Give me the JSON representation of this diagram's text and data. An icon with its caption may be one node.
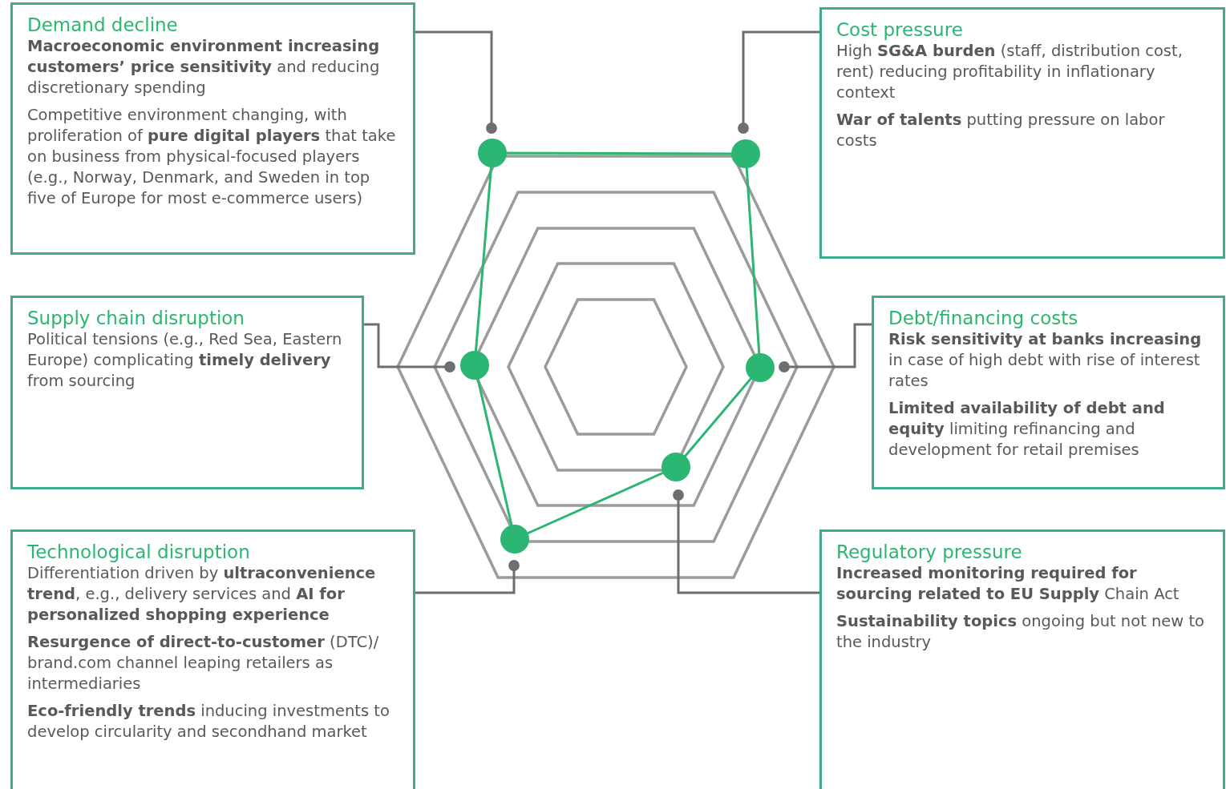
{
  "diagram": {
    "nodes": [
      {
        "text": [
          "Demand decline",
          "**Macroeconomic environment increasing customers’ price sensitivity** and reducing discretionary spending",
          "Competitive environment changing,  with proliferation of **pure digital players** that take on business from physical-focused players (e.g., Norway, Denmark, and Sweden in top five of Europe for most e-commerce users)"
        ]
      },
      {
        "text": [
          "Cost pressure",
          "High **SG&A burden** (staff, distribution cost, rent) reducing profitability in inflationary context",
          "**War of talents** putting pressure on labor costs"
        ]
      },
      {
        "text": [
          "Supply chain disruption",
          "Political tensions (e.g., Red Sea, Eastern Europe) complicating **timely delivery** from sourcing"
        ]
      },
      {
        "text": [
          "Debt/financing costs",
          "**Risk sensitivity at banks increasing** in case of high debt with rise of interest rates",
          "**Limited availability of debt and equity** limiting refinancing and development for retail premises"
        ]
      },
      {
        "text": [
          "Technological disruption",
          "Differentiation driven by **ultraconvenience trend**, e.g., delivery services and **AI for personalized shopping experience**",
          "**Resurgence of direct-to-customer** (DTC)/ brand.com channel leaping retailers as intermediaries",
          "**Eco-friendly trends** inducing investments to develop circularity and secondhand market"
        ]
      },
      {
        "text": [
          "Regulatory pressure",
          "**Increased monitoring required for sourcing related to EU Supply** Chain Act",
          "**Sustainability topics** ongoing but not new to the industry"
        ]
      }
    ],
    "edges": [
      {
        "from": 0,
        "to": null,
        "arrow": "other"
      },
      {
        "from": 1,
        "to": null,
        "arrow": "other"
      },
      {
        "from": 2,
        "to": null,
        "arrow": "other"
      },
      {
        "from": 3,
        "to": null,
        "arrow": "other"
      },
      {
        "from": 4,
        "to": null,
        "arrow": "other"
      },
      {
        "from": 5,
        "to": null,
        "arrow": "other"
      }
    ]
  }
}
